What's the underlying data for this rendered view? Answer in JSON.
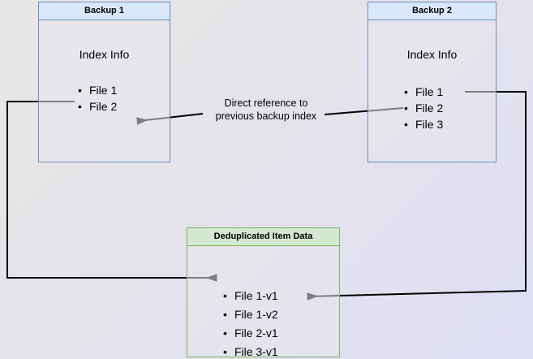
{
  "diagram": {
    "title_hidden": "Backup deduplication reference diagram",
    "nodes": [
      {
        "id": "backup1",
        "header": "Backup 1",
        "section_label": "Index Info",
        "items": [
          "File 1",
          "File 2"
        ],
        "accent": "#6c8ebf",
        "header_fill": "#dae8fc"
      },
      {
        "id": "backup2",
        "header": "Backup 2",
        "section_label": "Index Info",
        "items": [
          "File 1",
          "File 2",
          "File 3"
        ],
        "accent": "#6c8ebf",
        "header_fill": "#dae8fc"
      },
      {
        "id": "dedup",
        "header": "Deduplicated Item Data",
        "section_label": "",
        "items": [
          "File 1-v1",
          "File 1-v2",
          "File 2-v1",
          "File 3-v1"
        ],
        "accent": "#82b366",
        "header_fill": "#d5e8d4"
      }
    ],
    "edges": [
      {
        "id": "direct-reference",
        "label_line1": "Direct reference to",
        "label_line2": "previous backup index",
        "from": "backup2-file2",
        "to": "backup1-file2"
      },
      {
        "id": "backup1-to-dedup",
        "label_line1": "",
        "label_line2": "",
        "from": "backup1-file1",
        "to": "dedup-file1v1"
      },
      {
        "id": "backup2-to-dedup",
        "label_line1": "",
        "label_line2": "",
        "from": "backup2-file1",
        "to": "dedup-file1v2"
      }
    ],
    "edge_color": "#000000",
    "background": {
      "from": "#e9e6e6",
      "to": "#dedef4"
    }
  }
}
